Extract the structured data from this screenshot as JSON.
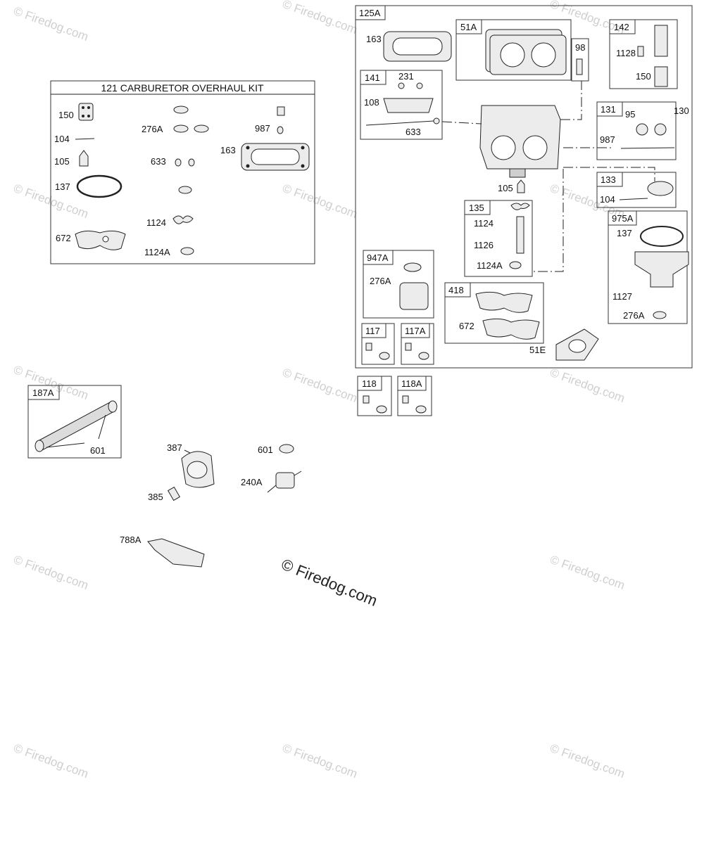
{
  "watermark": "© Firedog.com",
  "kit": {
    "title": "121 CARBURETOR OVERHAUL KIT",
    "labels": {
      "p150": "150",
      "p104": "104",
      "p105": "105",
      "p137": "137",
      "p672": "672",
      "p276A": "276A",
      "p633": "633",
      "p1124": "1124",
      "p1124A": "1124A",
      "p987": "987",
      "p163": "163"
    }
  },
  "group125A": {
    "title": "125A",
    "labels": {
      "p163": "163",
      "p98": "98",
      "p633": "633",
      "p105": "105",
      "p51E": "51E"
    }
  },
  "boxes": {
    "b51A": {
      "title": "51A"
    },
    "b142": {
      "title": "142",
      "p1128": "1128",
      "p150": "150"
    },
    "b141": {
      "title": "141",
      "p231": "231",
      "p108": "108"
    },
    "b131": {
      "title": "131",
      "p95": "95",
      "p130": "130",
      "p987": "987"
    },
    "b133": {
      "title": "133",
      "p104": "104"
    },
    "b135": {
      "title": "135",
      "p1124": "1124",
      "p1126": "1126",
      "p1124A": "1124A"
    },
    "b975A": {
      "title": "975A",
      "p137": "137",
      "p1127": "1127",
      "p276A": "276A"
    },
    "b947A": {
      "title": "947A",
      "p276A": "276A"
    },
    "b418": {
      "title": "418",
      "p672": "672"
    },
    "b117": {
      "title": "117"
    },
    "b117A": {
      "title": "117A"
    },
    "b118": {
      "title": "118"
    },
    "b118A": {
      "title": "118A"
    },
    "b187A": {
      "title": "187A",
      "p601": "601"
    }
  },
  "loose": {
    "p387": "387",
    "p385": "385",
    "p601": "601",
    "p240A": "240A",
    "p788A": "788A"
  }
}
